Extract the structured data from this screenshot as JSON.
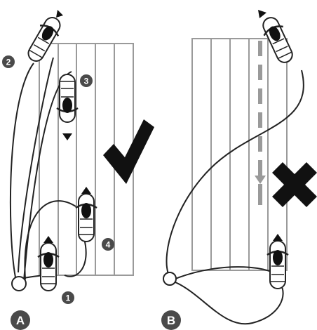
{
  "panels": {
    "a": {
      "letter": "A",
      "steps": [
        "1",
        "2",
        "3",
        "4"
      ],
      "verdict": "correct"
    },
    "b": {
      "letter": "B",
      "verdict": "incorrect"
    }
  },
  "icons": {
    "check": "checkmark-icon",
    "cross": "cross-icon",
    "arrow": "arrow-icon"
  },
  "colors": {
    "ink": "#222222",
    "badge": "#4a4a4a",
    "lane_line": "#9a9a9a",
    "dash": "#9a9a9a"
  }
}
